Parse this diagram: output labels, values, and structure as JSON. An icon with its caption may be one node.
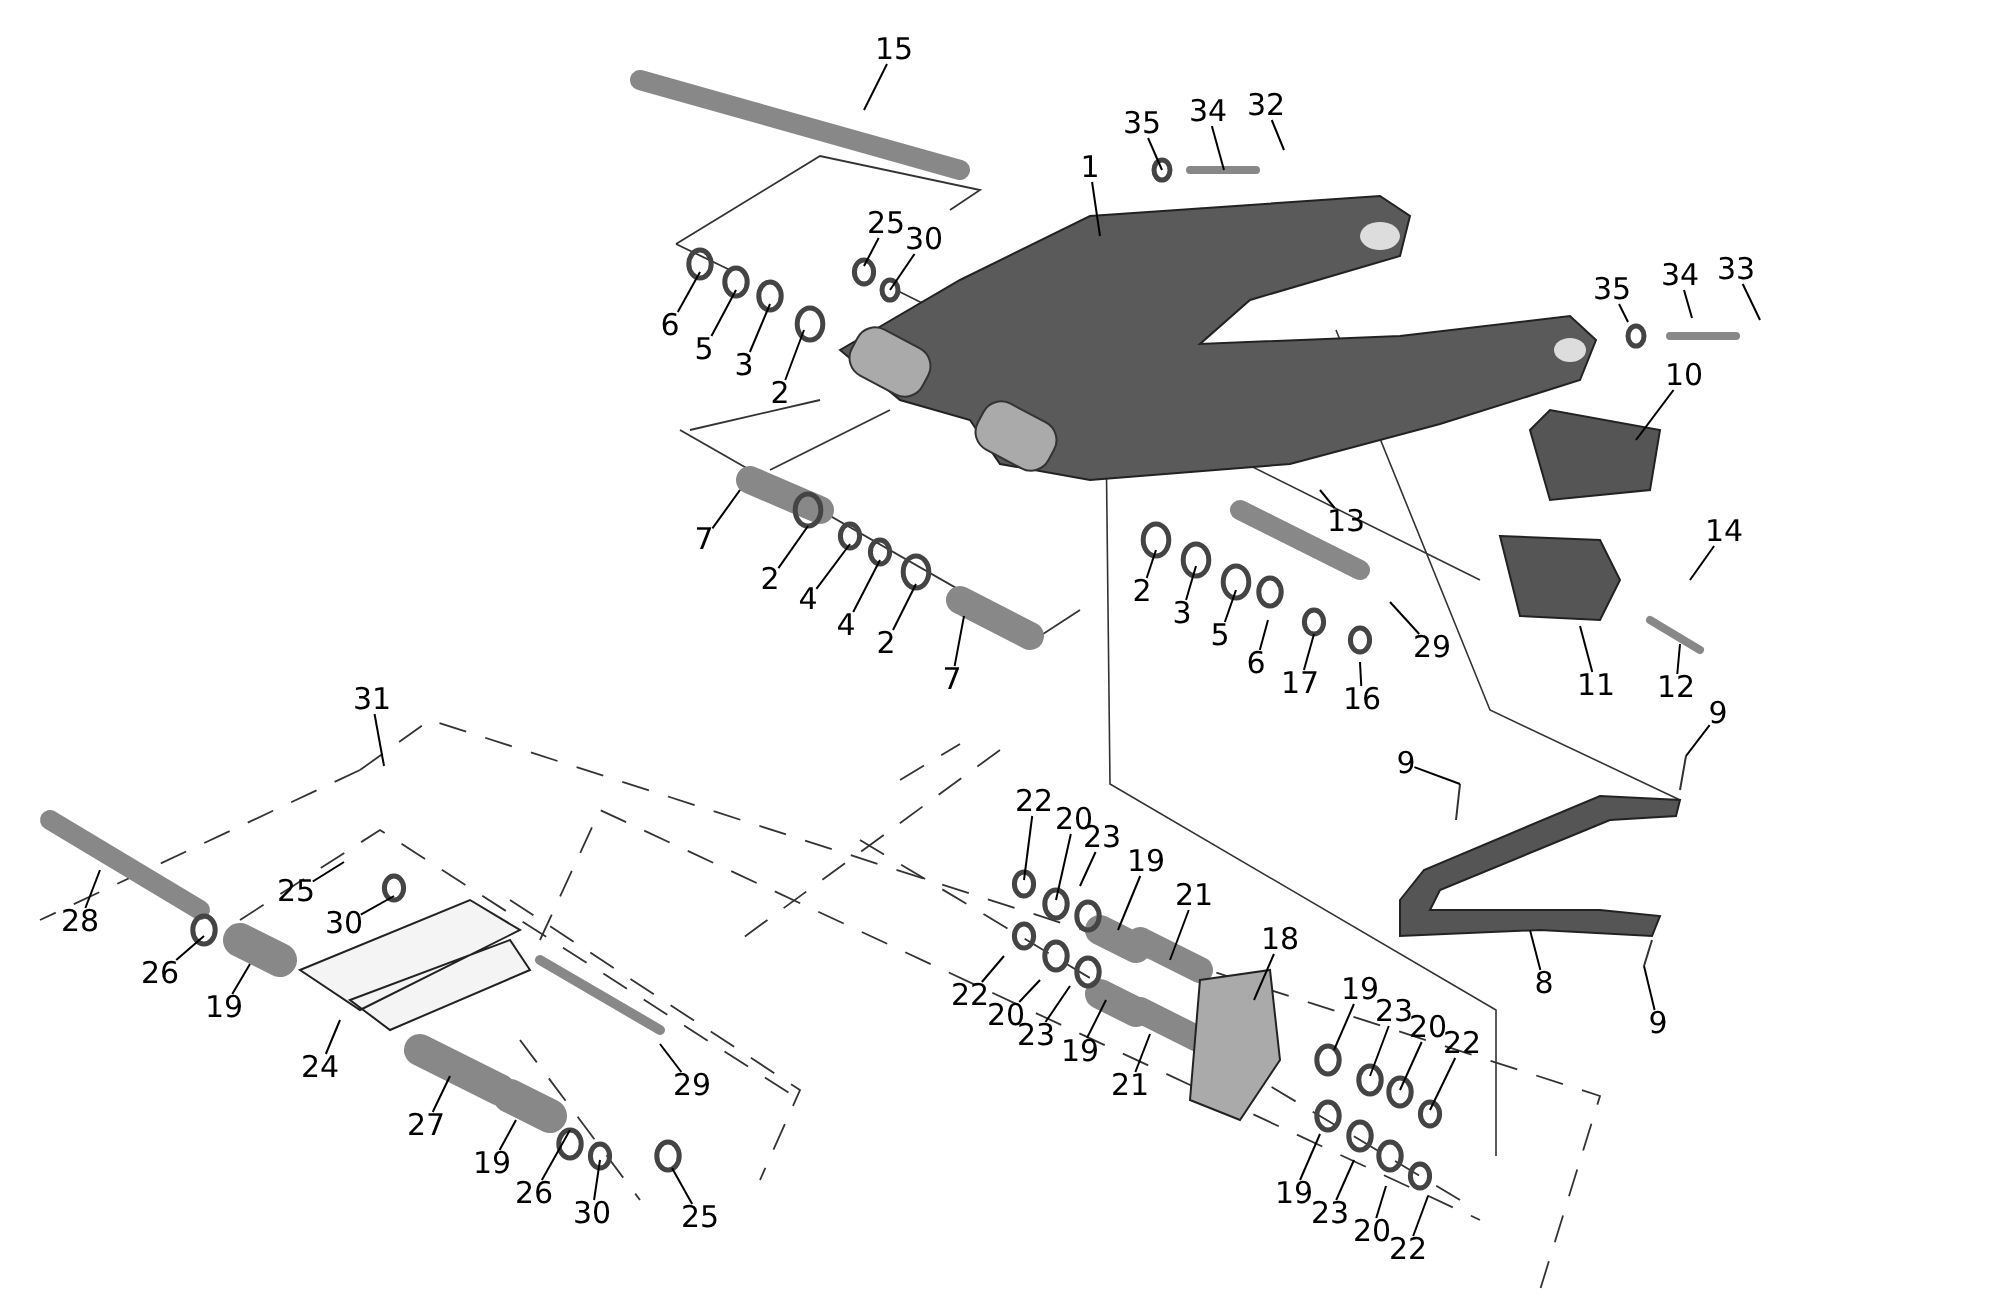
{
  "diagram": {
    "nodes": [
      {
        "text": [
          "15"
        ]
      },
      {
        "text": [
          "35"
        ]
      },
      {
        "text": [
          "34"
        ]
      },
      {
        "text": [
          "32"
        ]
      },
      {
        "text": [
          "1"
        ]
      },
      {
        "text": [
          "25"
        ]
      },
      {
        "text": [
          "30"
        ]
      },
      {
        "text": [
          "6"
        ]
      },
      {
        "text": [
          "5"
        ]
      },
      {
        "text": [
          "3"
        ]
      },
      {
        "text": [
          "2"
        ]
      },
      {
        "text": [
          "35"
        ]
      },
      {
        "text": [
          "34"
        ]
      },
      {
        "text": [
          "33"
        ]
      },
      {
        "text": [
          "10"
        ]
      },
      {
        "text": [
          "7"
        ]
      },
      {
        "text": [
          "2"
        ]
      },
      {
        "text": [
          "4"
        ]
      },
      {
        "text": [
          "4"
        ]
      },
      {
        "text": [
          "2"
        ]
      },
      {
        "text": [
          "7"
        ]
      },
      {
        "text": [
          "13"
        ]
      },
      {
        "text": [
          "2"
        ]
      },
      {
        "text": [
          "3"
        ]
      },
      {
        "text": [
          "5"
        ]
      },
      {
        "text": [
          "6"
        ]
      },
      {
        "text": [
          "29"
        ]
      },
      {
        "text": [
          "17"
        ]
      },
      {
        "text": [
          "16"
        ]
      },
      {
        "text": [
          "14"
        ]
      },
      {
        "text": [
          "11"
        ]
      },
      {
        "text": [
          "12"
        ]
      },
      {
        "text": [
          "31"
        ]
      },
      {
        "text": [
          "9"
        ]
      },
      {
        "text": [
          "9"
        ]
      },
      {
        "text": [
          "22"
        ]
      },
      {
        "text": [
          "20"
        ]
      },
      {
        "text": [
          "23"
        ]
      },
      {
        "text": [
          "19"
        ]
      },
      {
        "text": [
          "21"
        ]
      },
      {
        "text": [
          "18"
        ]
      },
      {
        "text": [
          "25"
        ]
      },
      {
        "text": [
          "30"
        ]
      },
      {
        "text": [
          "28"
        ]
      },
      {
        "text": [
          "26"
        ]
      },
      {
        "text": [
          "19"
        ]
      },
      {
        "text": [
          "22"
        ]
      },
      {
        "text": [
          "20"
        ]
      },
      {
        "text": [
          "23"
        ]
      },
      {
        "text": [
          "19"
        ]
      },
      {
        "text": [
          "21"
        ]
      },
      {
        "text": [
          "8"
        ]
      },
      {
        "text": [
          "9"
        ]
      },
      {
        "text": [
          "29"
        ]
      },
      {
        "text": [
          "24"
        ]
      },
      {
        "text": [
          "19"
        ]
      },
      {
        "text": [
          "23"
        ]
      },
      {
        "text": [
          "20"
        ]
      },
      {
        "text": [
          "22"
        ]
      },
      {
        "text": [
          "27"
        ]
      },
      {
        "text": [
          "19"
        ]
      },
      {
        "text": [
          "26"
        ]
      },
      {
        "text": [
          "30"
        ]
      },
      {
        "text": [
          "25"
        ]
      },
      {
        "text": [
          "19"
        ]
      },
      {
        "text": [
          "23"
        ]
      },
      {
        "text": [
          "20"
        ]
      },
      {
        "text": [
          "22"
        ]
      }
    ],
    "edges": [
      {
        "from": 0,
        "to": null,
        "arrow": "none"
      },
      {
        "from": 1,
        "to": null,
        "arrow": "none"
      },
      {
        "from": 2,
        "to": null,
        "arrow": "none"
      },
      {
        "from": 3,
        "to": null,
        "arrow": "none"
      },
      {
        "from": 4,
        "to": null,
        "arrow": "none"
      },
      {
        "from": 5,
        "to": null,
        "arrow": "none"
      },
      {
        "from": 6,
        "to": null,
        "arrow": "none"
      },
      {
        "from": 7,
        "to": null,
        "arrow": "none"
      },
      {
        "from": 8,
        "to": null,
        "arrow": "none"
      },
      {
        "from": 9,
        "to": null,
        "arrow": "none"
      },
      {
        "from": 10,
        "to": null,
        "arrow": "none"
      },
      {
        "from": 11,
        "to": null,
        "arrow": "none"
      },
      {
        "from": 12,
        "to": null,
        "arrow": "none"
      },
      {
        "from": 13,
        "to": null,
        "arrow": "none"
      },
      {
        "from": 14,
        "to": null,
        "arrow": "none"
      },
      {
        "from": 15,
        "to": null,
        "arrow": "none"
      },
      {
        "from": 16,
        "to": null,
        "arrow": "none"
      },
      {
        "from": 17,
        "to": null,
        "arrow": "none"
      },
      {
        "from": 18,
        "to": null,
        "arrow": "none"
      },
      {
        "from": 19,
        "to": null,
        "arrow": "none"
      },
      {
        "from": 20,
        "to": null,
        "arrow": "none"
      },
      {
        "from": 21,
        "to": null,
        "arrow": "none"
      },
      {
        "from": 22,
        "to": null,
        "arrow": "none"
      },
      {
        "from": 23,
        "to": null,
        "arrow": "none"
      },
      {
        "from": 24,
        "to": null,
        "arrow": "none"
      },
      {
        "from": 25,
        "to": null,
        "arrow": "none"
      },
      {
        "from": 26,
        "to": null,
        "arrow": "none"
      },
      {
        "from": 27,
        "to": null,
        "arrow": "none"
      },
      {
        "from": 28,
        "to": null,
        "arrow": "none"
      },
      {
        "from": 29,
        "to": null,
        "arrow": "none"
      },
      {
        "from": 30,
        "to": null,
        "arrow": "none"
      },
      {
        "from": 31,
        "to": null,
        "arrow": "none"
      },
      {
        "from": 32,
        "to": null,
        "arrow": "none"
      },
      {
        "from": 33,
        "to": null,
        "arrow": "none"
      },
      {
        "from": 34,
        "to": null,
        "arrow": "none"
      },
      {
        "from": 35,
        "to": null,
        "arrow": "none"
      },
      {
        "from": 36,
        "to": null,
        "arrow": "none"
      },
      {
        "from": 37,
        "to": null,
        "arrow": "none"
      },
      {
        "from": 38,
        "to": null,
        "arrow": "none"
      },
      {
        "from": 39,
        "to": null,
        "arrow": "none"
      },
      {
        "from": 40,
        "to": null,
        "arrow": "none"
      },
      {
        "from": 41,
        "to": null,
        "arrow": "none"
      },
      {
        "from": 42,
        "to": null,
        "arrow": "none"
      },
      {
        "from": 43,
        "to": null,
        "arrow": "none"
      },
      {
        "from": 44,
        "to": null,
        "arrow": "none"
      },
      {
        "from": 45,
        "to": null,
        "arrow": "none"
      },
      {
        "from": 46,
        "to": null,
        "arrow": "none"
      },
      {
        "from": 47,
        "to": null,
        "arrow": "none"
      },
      {
        "from": 48,
        "to": null,
        "arrow": "none"
      },
      {
        "from": 49,
        "to": null,
        "arrow": "none"
      },
      {
        "from": 50,
        "to": null,
        "arrow": "none"
      },
      {
        "from": 51,
        "to": null,
        "arrow": "none"
      },
      {
        "from": 52,
        "to": null,
        "arrow": "none"
      },
      {
        "from": 53,
        "to": null,
        "arrow": "none"
      },
      {
        "from": 54,
        "to": null,
        "arrow": "none"
      },
      {
        "from": 55,
        "to": null,
        "arrow": "none"
      },
      {
        "from": 56,
        "to": null,
        "arrow": "none"
      },
      {
        "from": 57,
        "to": null,
        "arrow": "none"
      },
      {
        "from": 58,
        "to": null,
        "arrow": "none"
      },
      {
        "from": 59,
        "to": null,
        "arrow": "none"
      },
      {
        "from": 60,
        "to": null,
        "arrow": "none"
      },
      {
        "from": 61,
        "to": null,
        "arrow": "none"
      },
      {
        "from": 62,
        "to": null,
        "arrow": "none"
      },
      {
        "from": 63,
        "to": null,
        "arrow": "none"
      },
      {
        "from": 64,
        "to": null,
        "arrow": "none"
      },
      {
        "from": 65,
        "to": null,
        "arrow": "none"
      },
      {
        "from": 66,
        "to": null,
        "arrow": "none"
      },
      {
        "from": 67,
        "to": null,
        "arrow": "none"
      }
    ]
  }
}
